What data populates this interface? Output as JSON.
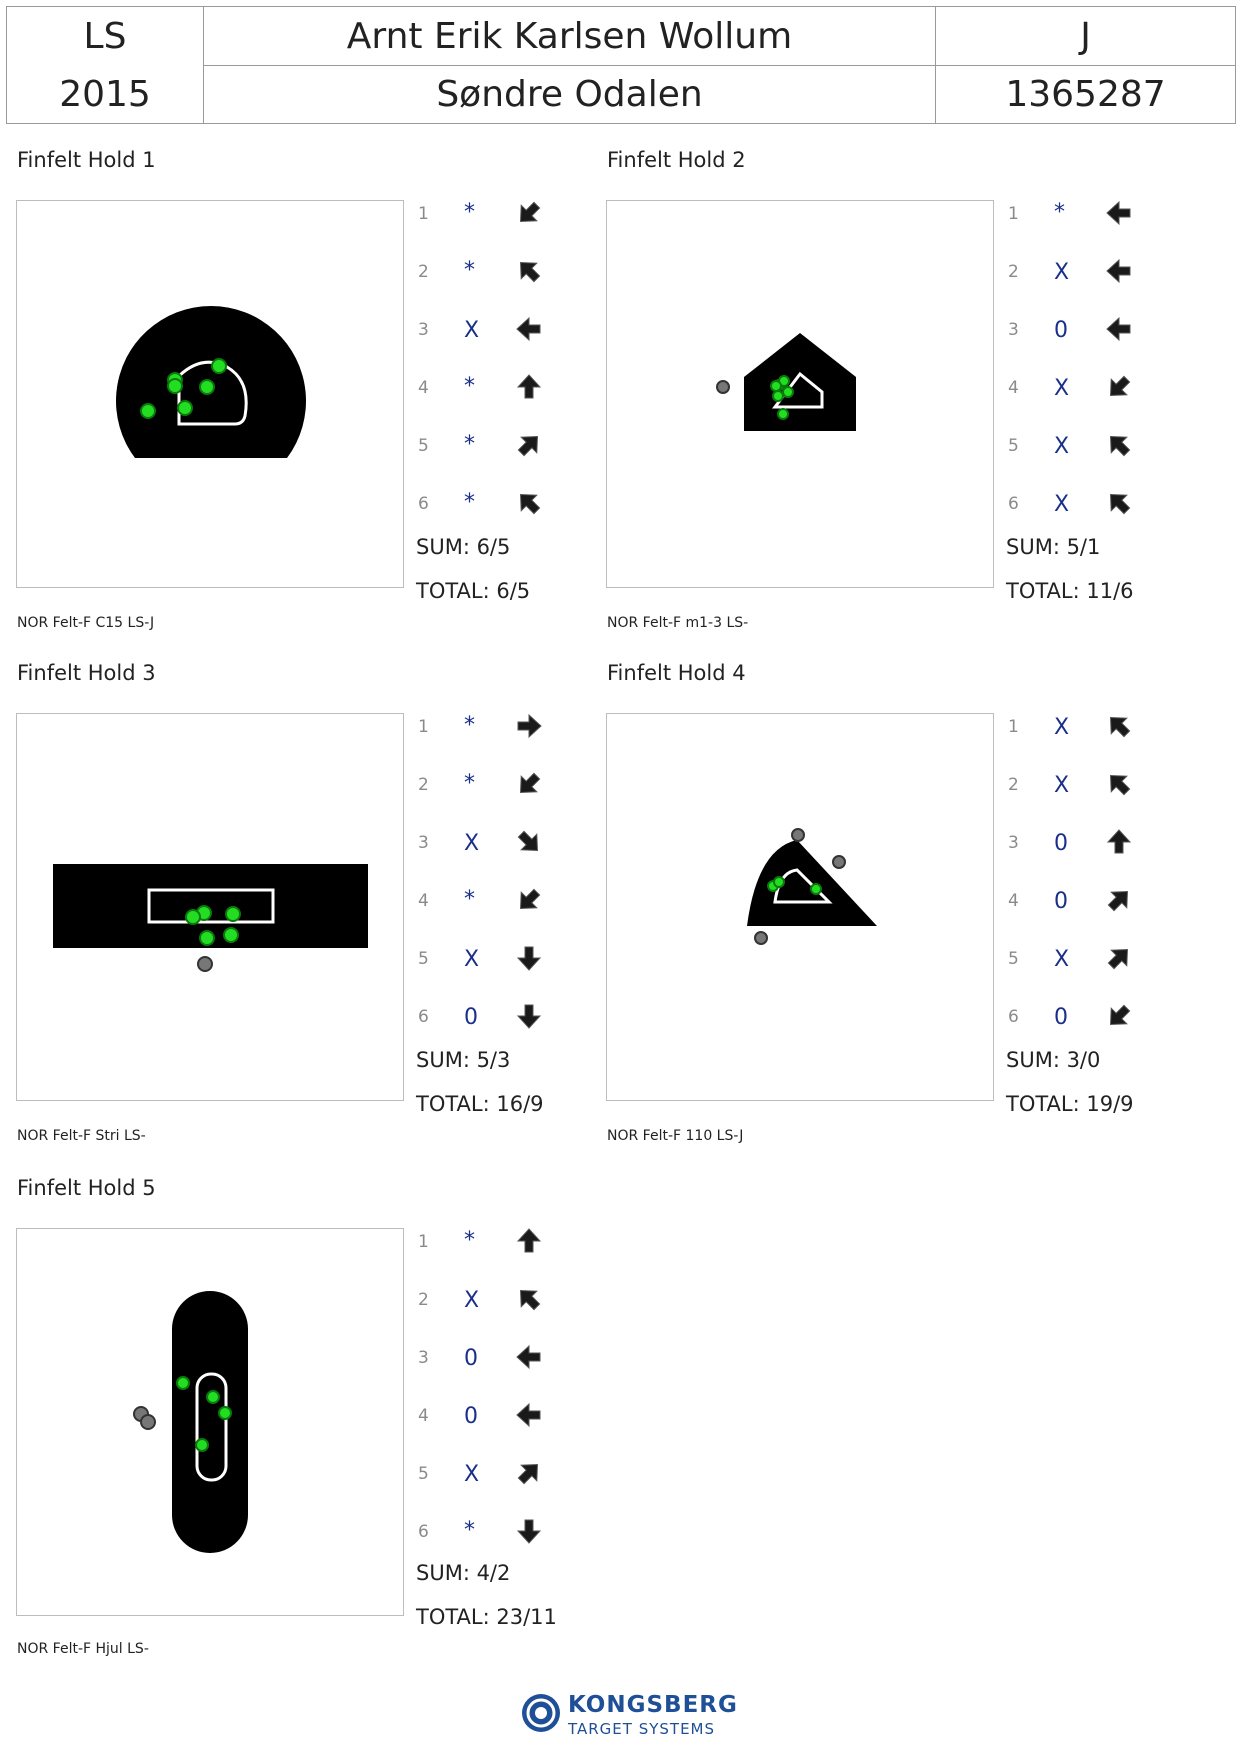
{
  "header": {
    "ls": "LS",
    "year": "2015",
    "name": "Arnt Erik Karlsen Wollum",
    "club": "Søndre Odalen",
    "class": "J",
    "id": "1365287"
  },
  "holds": [
    {
      "title": "Finfelt Hold 1",
      "rows": [
        {
          "n": "1",
          "mark": "*",
          "arrow": "down-left"
        },
        {
          "n": "2",
          "mark": "*",
          "arrow": "up-left"
        },
        {
          "n": "3",
          "mark": "X",
          "arrow": "left"
        },
        {
          "n": "4",
          "mark": "*",
          "arrow": "up"
        },
        {
          "n": "5",
          "mark": "*",
          "arrow": "up-right"
        },
        {
          "n": "6",
          "mark": "*",
          "arrow": "up-left"
        }
      ],
      "sum": "SUM: 6/5",
      "total": "TOTAL: 6/5",
      "footer": "NOR Felt-F C15 LS-J"
    },
    {
      "title": "Finfelt Hold 2",
      "rows": [
        {
          "n": "1",
          "mark": "*",
          "arrow": "left"
        },
        {
          "n": "2",
          "mark": "X",
          "arrow": "left"
        },
        {
          "n": "3",
          "mark": "0",
          "arrow": "left"
        },
        {
          "n": "4",
          "mark": "X",
          "arrow": "down-left"
        },
        {
          "n": "5",
          "mark": "X",
          "arrow": "up-left"
        },
        {
          "n": "6",
          "mark": "X",
          "arrow": "up-left"
        }
      ],
      "sum": "SUM: 5/1",
      "total": "TOTAL: 11/6",
      "footer": "NOR Felt-F m1-3 LS-"
    },
    {
      "title": "Finfelt Hold 3",
      "rows": [
        {
          "n": "1",
          "mark": "*",
          "arrow": "right"
        },
        {
          "n": "2",
          "mark": "*",
          "arrow": "down-left"
        },
        {
          "n": "3",
          "mark": "X",
          "arrow": "down-right"
        },
        {
          "n": "4",
          "mark": "*",
          "arrow": "down-left"
        },
        {
          "n": "5",
          "mark": "X",
          "arrow": "down"
        },
        {
          "n": "6",
          "mark": "0",
          "arrow": "down"
        }
      ],
      "sum": "SUM: 5/3",
      "total": "TOTAL: 16/9",
      "footer": "NOR Felt-F Stri LS-"
    },
    {
      "title": "Finfelt Hold 4",
      "rows": [
        {
          "n": "1",
          "mark": "X",
          "arrow": "up-left"
        },
        {
          "n": "2",
          "mark": "X",
          "arrow": "up-left"
        },
        {
          "n": "3",
          "mark": "0",
          "arrow": "up"
        },
        {
          "n": "4",
          "mark": "0",
          "arrow": "up-right"
        },
        {
          "n": "5",
          "mark": "X",
          "arrow": "up-right"
        },
        {
          "n": "6",
          "mark": "0",
          "arrow": "down-left"
        }
      ],
      "sum": "SUM: 3/0",
      "total": "TOTAL: 19/9",
      "footer": "NOR Felt-F 110 LS-J"
    },
    {
      "title": "Finfelt Hold 5",
      "rows": [
        {
          "n": "1",
          "mark": "*",
          "arrow": "up"
        },
        {
          "n": "2",
          "mark": "X",
          "arrow": "up-left"
        },
        {
          "n": "3",
          "mark": "0",
          "arrow": "left"
        },
        {
          "n": "4",
          "mark": "0",
          "arrow": "left"
        },
        {
          "n": "5",
          "mark": "X",
          "arrow": "up-right"
        },
        {
          "n": "6",
          "mark": "*",
          "arrow": "down"
        }
      ],
      "sum": "SUM: 4/2",
      "total": "TOTAL: 23/11",
      "footer": "NOR Felt-F Hjul LS-"
    }
  ],
  "logo": {
    "word": "KONGSBERG",
    "sub": "TARGET SYSTEMS",
    "color": "#1f4f96"
  },
  "colors": {
    "hit": "#22dd22",
    "miss": "#777777",
    "target": "#000000",
    "mark": "#1a2f8a"
  }
}
